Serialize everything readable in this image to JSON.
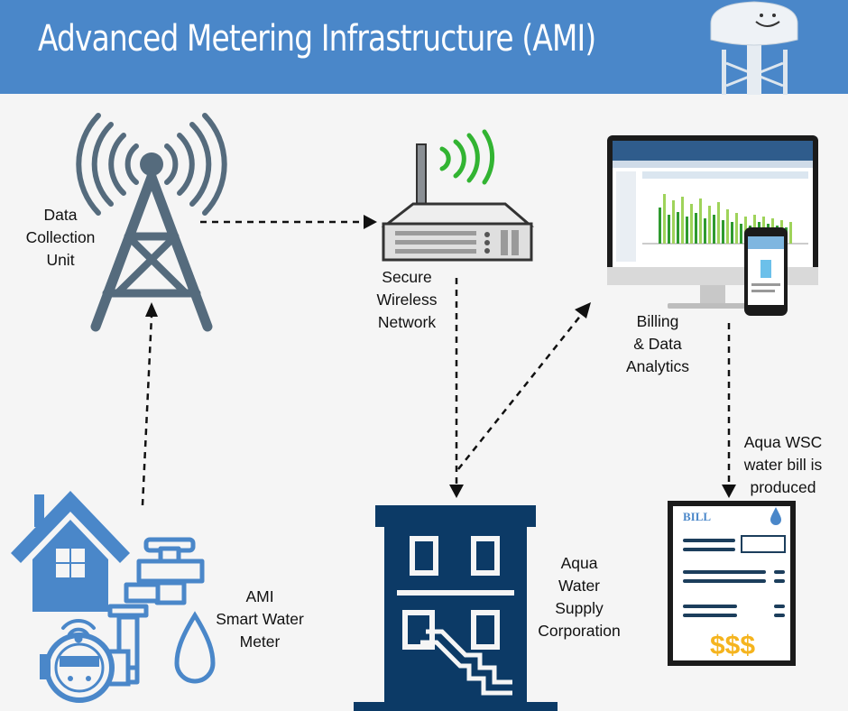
{
  "header": {
    "title": "Advanced Metering Infrastructure (AMI)"
  },
  "nodes": {
    "data_collection_unit": {
      "line1": "Data",
      "line2": "Collection",
      "line3": "Unit"
    },
    "secure_wireless_network": {
      "line1": "Secure",
      "line2": "Wireless",
      "line3": "Network"
    },
    "billing_analytics": {
      "line1": "Billing",
      "line2": "& Data",
      "line3": "Analytics"
    },
    "smart_meter": {
      "line1": "AMI",
      "line2": "Smart Water",
      "line3": "Meter"
    },
    "aqua_wsc": {
      "line1": "Aqua",
      "line2": "Water",
      "line3": "Supply",
      "line4": "Corporation"
    },
    "bill_produced": {
      "line1": "Aqua WSC",
      "line2": "water bill is",
      "line3": "produced"
    }
  },
  "bill": {
    "heading": "BILL",
    "amount": "$$$"
  },
  "colors": {
    "header": "#4a87c9",
    "building": "#0c3a66",
    "house": "#4a87c9",
    "tower": "#556b7d",
    "signal": "#32b432",
    "money": "#f5b41e"
  }
}
